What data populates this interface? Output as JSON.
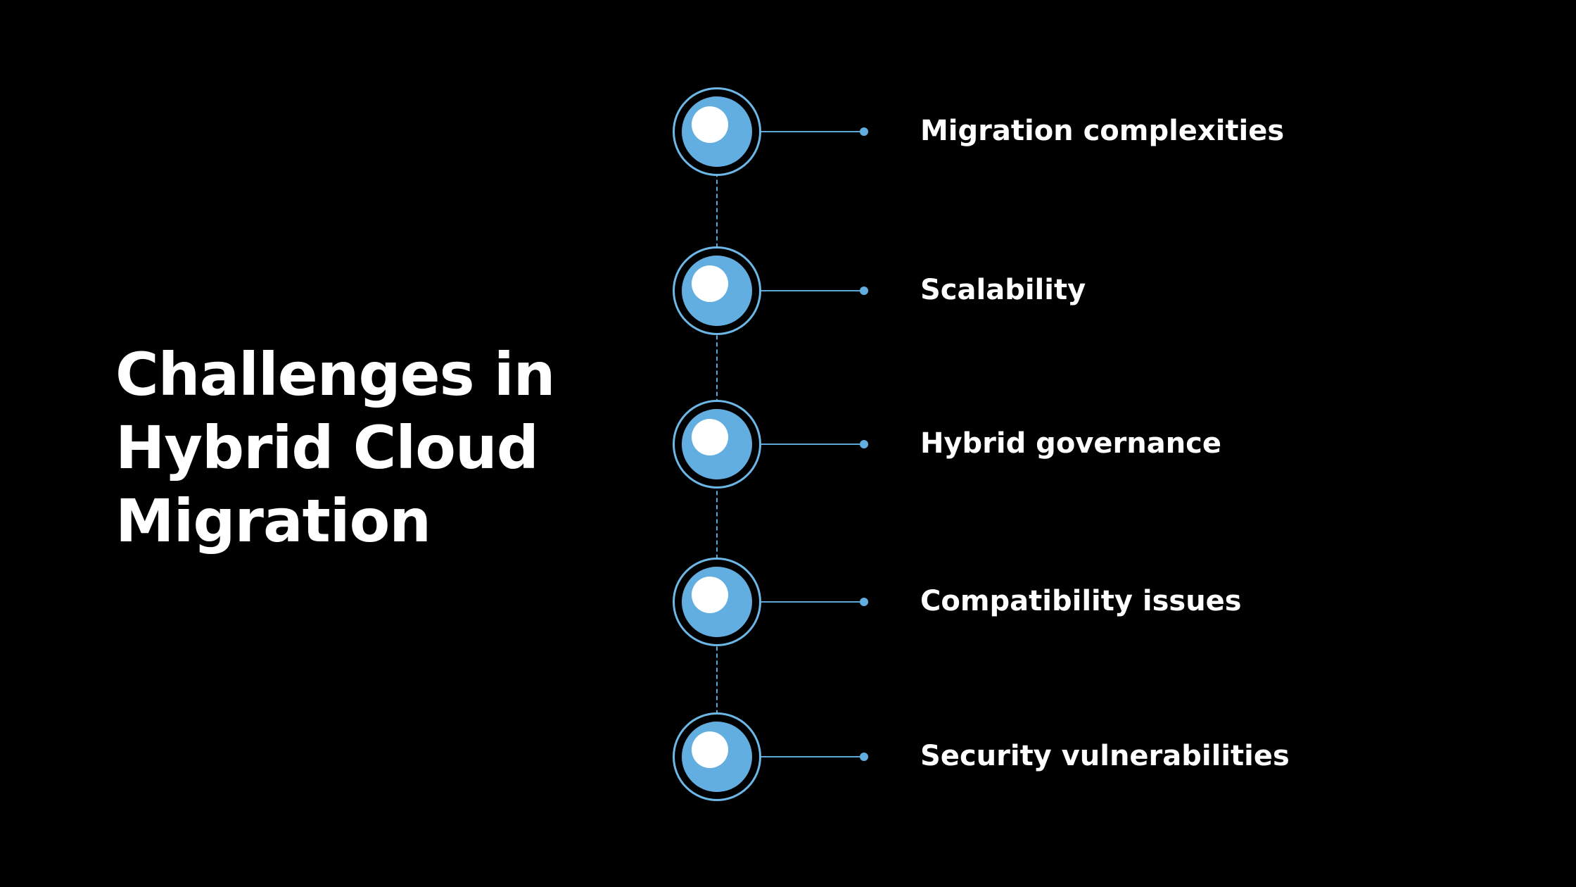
{
  "title": {
    "lines": [
      "Challenges in",
      "Hybrid Cloud",
      "Migration"
    ]
  },
  "colors": {
    "background": "#000000",
    "accent": "#62aee0",
    "text": "#ffffff"
  },
  "items": [
    {
      "label": "Migration complexities",
      "icon": "circle-node-icon"
    },
    {
      "label": "Scalability",
      "icon": "circle-node-icon"
    },
    {
      "label": "Hybrid governance",
      "icon": "circle-node-icon"
    },
    {
      "label": "Compatibility issues",
      "icon": "circle-node-icon"
    },
    {
      "label": "Security vulnerabilities",
      "icon": "circle-node-icon"
    }
  ]
}
